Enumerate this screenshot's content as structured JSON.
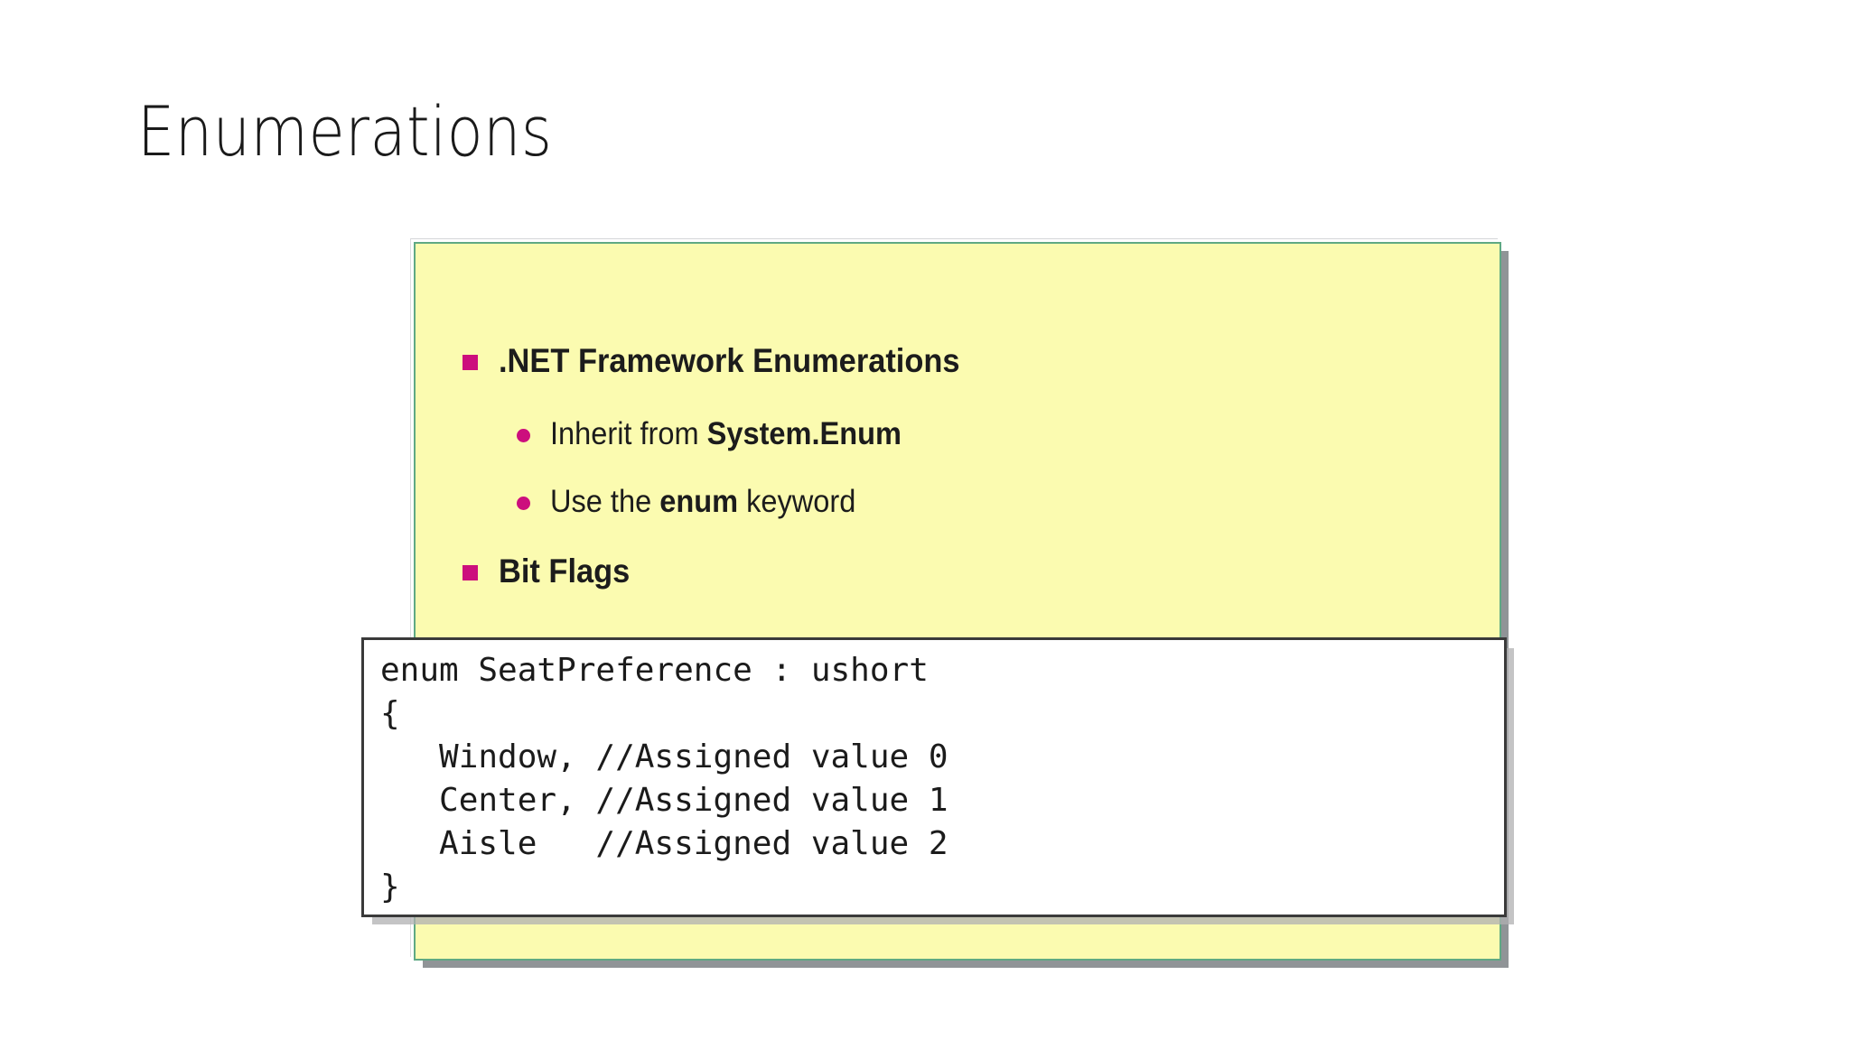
{
  "slide": {
    "title": "Enumerations",
    "background_color": "#ffffff"
  },
  "panel": {
    "background_color": "#fbfbb0",
    "border_color": "#5fa983",
    "shadow_color": "#787c80",
    "marker_color": "#cc0f7d",
    "bullets": [
      {
        "level": 1,
        "marker": "square-bullet-marker",
        "text_plain": ".NET Framework Enumerations",
        "text_html": ".NET Framework Enumerations"
      },
      {
        "level": 2,
        "marker": "round-bullet-marker",
        "text_plain": "Inherit from System.Enum",
        "text_html": "Inherit from <b>System.Enum</b>"
      },
      {
        "level": 2,
        "marker": "round-bullet-marker",
        "text_plain": "Use the enum keyword",
        "text_html": "Use the <b>enum</b> keyword"
      },
      {
        "level": 1,
        "marker": "square-bullet-marker",
        "text_plain": "Bit Flags",
        "text_html": "Bit Flags"
      }
    ]
  },
  "code_box": {
    "background_color": "#ffffff",
    "border_color": "#3a3a3a",
    "language": "csharp",
    "lines": [
      "enum SeatPreference : ushort",
      "{",
      "   Window, //Assigned value 0",
      "   Center, //Assigned value 1",
      "   Aisle   //Assigned value 2",
      "}"
    ],
    "code": "enum SeatPreference : ushort\n{\n   Window, //Assigned value 0\n   Center, //Assigned value 1\n   Aisle   //Assigned value 2\n}"
  }
}
